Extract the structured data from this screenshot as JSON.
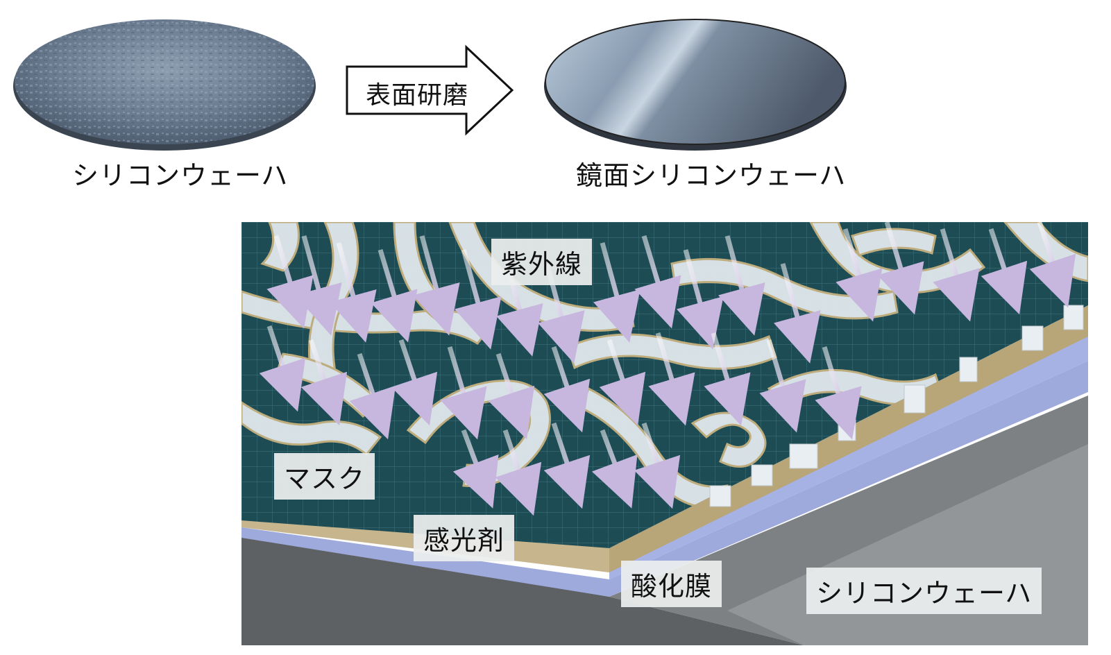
{
  "top": {
    "wafer_left_caption": "シリコンウェーハ",
    "process_arrow_label": "表面研磨",
    "wafer_right_caption": "鏡面シリコンウェーハ"
  },
  "diagram_labels": {
    "uv": "紫外線",
    "mask": "マスク",
    "photoresist": "感光剤",
    "oxide_film": "酸化膜",
    "silicon_wafer": "シリコンウェーハ"
  },
  "colors": {
    "mask_teal": "#1d4c55",
    "resist_tan": "#c7b58d",
    "oxide_blue": "#9ea9dc",
    "silicon_gray": "#5e6163",
    "uv_arrow": "#c7b6de"
  }
}
